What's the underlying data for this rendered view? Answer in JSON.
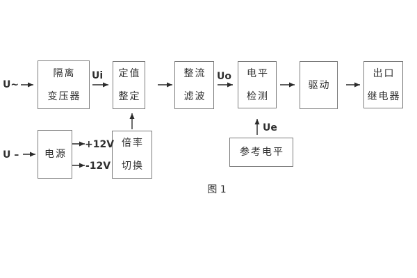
{
  "diagram": {
    "caption": "图 1",
    "blocks": {
      "isolation_transformer": {
        "line1": "隔离",
        "line2": "变压器"
      },
      "setting_adjust": {
        "line1": "定值",
        "line2": "整定"
      },
      "rectifier_filter": {
        "line1": "整流",
        "line2": "滤波"
      },
      "level_detect": {
        "line1": "电平",
        "line2": "检测"
      },
      "drive": {
        "line1": "驱动"
      },
      "output_relay": {
        "line1": "出口",
        "line2": "继电器"
      },
      "power_supply": {
        "line1": "电源"
      },
      "ratio_switch": {
        "line1": "倍率",
        "line2": "切换"
      },
      "reference_level": {
        "line1": "参考电平"
      }
    },
    "signals": {
      "input_ac": "U~",
      "input_dc": "U –",
      "ui": "Ui",
      "uo": "Uo",
      "ue": "Ue",
      "rail_pos": "+12V",
      "rail_neg": "-12V"
    },
    "colors": {
      "background": "#ffffff",
      "border": "#7a7a7a",
      "text": "#2f2f2f",
      "arrow": "#2b2b2b"
    }
  }
}
